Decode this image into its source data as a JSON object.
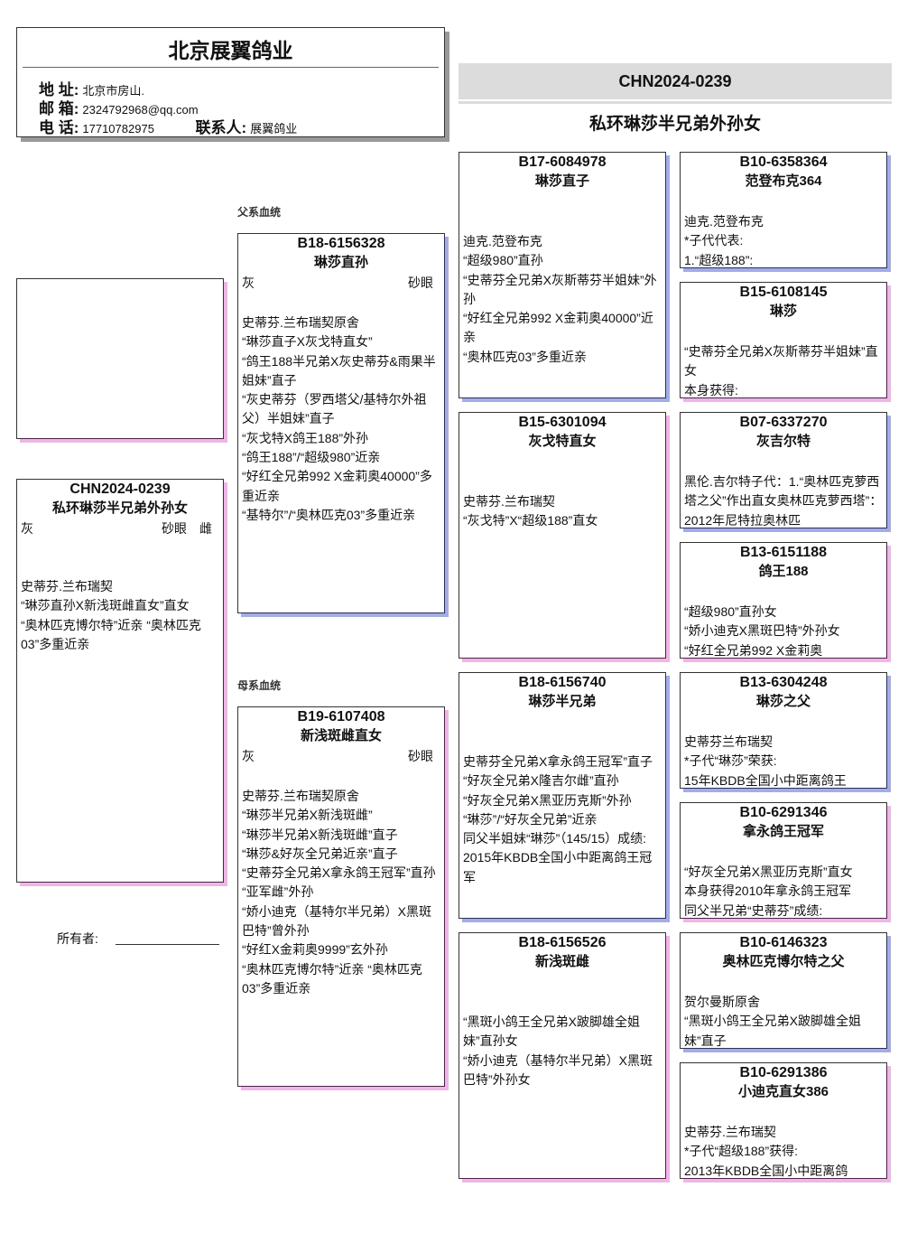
{
  "header": {
    "title": "北京展翼鸽业",
    "address_label": "地 址:",
    "address": "北京市房山.",
    "email_label": "邮 箱:",
    "email": "2324792968@qq.com",
    "phone_label": "电 话:",
    "phone": "17710782975",
    "contact_label": "联系人:",
    "contact": "展翼鸽业"
  },
  "banner": {
    "ring": "CHN2024-0239",
    "name": "私环琳莎半兄弟外孙女"
  },
  "labels": {
    "sire_line": "父系血统",
    "dam_line": "母系血统",
    "owner": "所有者:"
  },
  "colors": {
    "male_shadow": "#a3aceb",
    "female_shadow": "#f2b3ea"
  },
  "subject": {
    "ring": "CHN2024-0239",
    "name": "私环琳莎半兄弟外孙女",
    "color": "灰",
    "eye": "砂眼",
    "sex": "雌",
    "lines": [
      "史蒂芬.兰布瑞契",
      "“琳莎直孙X新浅斑雌直女”直女",
      "“奥林匹克博尔特”近亲 “奥林匹克03”多重近亲"
    ]
  },
  "sire": {
    "ring": "B18-6156328",
    "name": "琳莎直孙",
    "color": "灰",
    "eye": "砂眼",
    "lines": [
      "史蒂芬.兰布瑞契原舍",
      "“琳莎直子X灰戈特直女”",
      "“鸽王188半兄弟X灰史蒂芬&雨果半姐妹”直子",
      "“灰史蒂芬（罗西塔父/基特尔外祖父）半姐妹”直子",
      "“灰戈特X鸽王188”外孙",
      "“鸽王188”/“超级980”近亲",
      "“好红全兄弟992 X金莉奥40000”多重近亲",
      "“基特尔”/“奥林匹克03”多重近亲"
    ]
  },
  "dam": {
    "ring": "B19-6107408",
    "name": "新浅斑雌直女",
    "color": "灰",
    "eye": "砂眼",
    "lines": [
      "史蒂芬.兰布瑞契原舍",
      "“琳莎半兄弟X新浅斑雌”",
      "“琳莎半兄弟X新浅斑雌”直子",
      "“琳莎&好灰全兄弟近亲”直子",
      "“史蒂芬全兄弟X拿永鸽王冠军”直孙",
      "“亚军雌”外孙",
      "“娇小迪克（基特尔半兄弟）X黑斑巴特”曾外孙",
      "“好红X金莉奥9999”玄外孙",
      "“奥林匹克博尔特”近亲 “奥林匹克03”多重近亲"
    ]
  },
  "grandparents": [
    {
      "ring": "B17-6084978",
      "name": "琳莎直子",
      "lines": [
        "迪克.范登布克",
        "“超级980”直孙",
        "“史蒂芬全兄弟X灰斯蒂芬半姐妹”外孙",
        "“好红全兄弟992 X金莉奥40000”近亲",
        "“奥林匹克03”多重近亲"
      ]
    },
    {
      "ring": "B15-6301094",
      "name": "灰戈特直女",
      "lines": [
        "史蒂芬.兰布瑞契",
        "“灰戈特”X“超级188”直女"
      ]
    },
    {
      "ring": "B18-6156740",
      "name": "琳莎半兄弟",
      "lines": [
        "史蒂芬全兄弟X拿永鸽王冠军”直子",
        "“好灰全兄弟X隆吉尔雌”直孙",
        "“好灰全兄弟X黑亚历克斯”外孙",
        "“琳莎”/“好灰全兄弟”近亲",
        "同父半姐妹“琳莎”（145/15）成绩:",
        "2015年KBDB全国小中距离鸽王冠军"
      ]
    },
    {
      "ring": "B18-6156526",
      "name": "新浅斑雌",
      "lines": [
        "“黑斑小鸽王全兄弟X跛脚雄全姐妹”直孙女",
        "“娇小迪克（基特尔半兄弟）X黑斑巴特”外孙女"
      ]
    }
  ],
  "great_grandparents": [
    {
      "ring": "B10-6358364",
      "name": "范登布克364",
      "lines": [
        "迪克.范登布克",
        "*子代代表:",
        "1.“超级188”:"
      ]
    },
    {
      "ring": "B15-6108145",
      "name": "琳莎",
      "lines": [
        "“史蒂芬全兄弟X灰斯蒂芬半姐妹”直女",
        "本身获得:"
      ]
    },
    {
      "ring": "B07-6337270",
      "name": "灰吉尔特",
      "lines": [
        "黑伦.吉尔特子代：1.“奥林匹克萝西塔之父”作出直女奥林匹克萝西塔”：2012年尼特拉奥林匹"
      ]
    },
    {
      "ring": "B13-6151188",
      "name": "鸽王188",
      "lines": [
        "“超级980”直孙女",
        "“娇小迪克X黑斑巴特”外孙女",
        "“好红全兄弟992 X金莉奥"
      ]
    },
    {
      "ring": "B13-6304248",
      "name": "琳莎之父",
      "lines": [
        "史蒂芬兰布瑞契",
        "*子代“琳莎”荣获:",
        "15年KBDB全国小中距离鸽王"
      ]
    },
    {
      "ring": "B10-6291346",
      "name": "拿永鸽王冠军",
      "lines": [
        "“好灰全兄弟X黑亚历克斯”直女",
        "本身获得2010年拿永鸽王冠军",
        "同父半兄弟“史蒂芬”成绩:"
      ]
    },
    {
      "ring": "B10-6146323",
      "name": "奥林匹克博尔特之父",
      "lines": [
        "贺尔曼斯原舍",
        "“黑斑小鸽王全兄弟X跛脚雄全姐妹”直子"
      ]
    },
    {
      "ring": "B10-6291386",
      "name": "小迪克直女386",
      "lines": [
        "史蒂芬.兰布瑞契",
        "*子代“超级188”获得:",
        "2013年KBDB全国小中距离鸽"
      ]
    }
  ]
}
